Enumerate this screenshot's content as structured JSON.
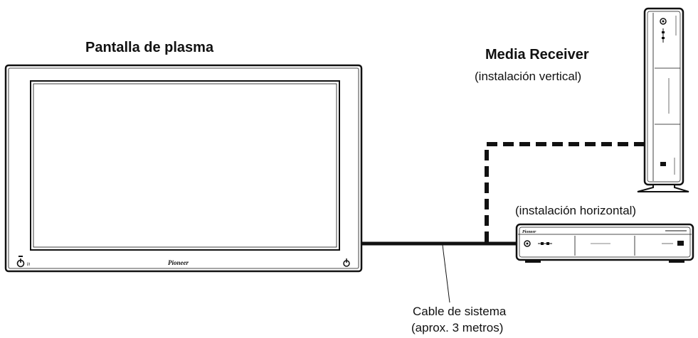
{
  "labels": {
    "plasma_title": "Pantalla de plasma",
    "receiver_title": "Media Receiver",
    "vertical_install": "(instalación vertical)",
    "horizontal_install": "(instalación horizontal)",
    "cable_line1": "Cable de sistema",
    "cable_line2": "(aprox. 3 metros)"
  },
  "brand_marks": {
    "tv_logo": "Pioneer",
    "receiver_logo": "Pioneer"
  },
  "colors": {
    "line": "#111111",
    "background": "#ffffff"
  }
}
